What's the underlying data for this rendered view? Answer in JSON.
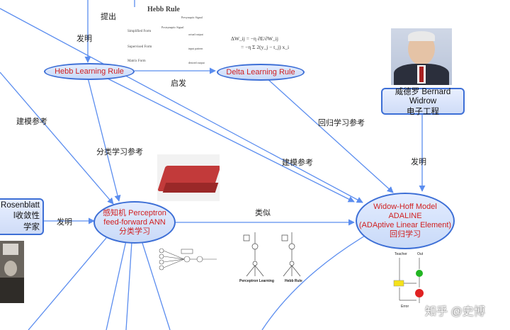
{
  "nodes": {
    "hebb": {
      "label": "Hebb Learning Rule"
    },
    "delta": {
      "label": "Delta Learning Rule"
    },
    "perceptron": {
      "line1": "感知机 Perceptron",
      "line2": "feed-forward ANN",
      "line3": "分类学习"
    },
    "adaline": {
      "line1": "Widow-Hoff Model",
      "line2": "ADALINE",
      "line3": "(ADAptive Linear Element)",
      "line4": "回归学习"
    },
    "widrow": {
      "line1": "威德罗 Bernard Widrow",
      "line2": "电子工程"
    },
    "rosenblatt": {
      "line1": "k Rosenblatt",
      "line2": "l收敛性",
      "line3": "学家"
    }
  },
  "edge_labels": {
    "tichu": "提出",
    "faming_top": "发明",
    "qifa": "启发",
    "jianmo_left": "建模参考",
    "fenlei": "分类学习参考",
    "jianmo_right": "建模参考",
    "huigui": "回归学习参考",
    "faming_right": "发明",
    "faming_left": "发明",
    "leisi": "类似"
  },
  "hebb_panel": {
    "title": "Hebb Rule",
    "rows": [
      "Simplified Form",
      "Supervised Form",
      "Matrix Form"
    ],
    "notes": [
      "Presynaptic Signal",
      "Postsynaptic Signal",
      "actual output",
      "input pattern",
      "desired output"
    ]
  },
  "delta_formula": {
    "line1": "ΔW_ij = −η ∂E/∂W_ij",
    "line2": "= −η Σ 2(y_j − t_j) x_i"
  },
  "perceptron_caption": {
    "left": "Perceptron Learning",
    "right": "Hebb Rule"
  },
  "adaline_fig": {
    "teacher": "Teacher",
    "out": "Out",
    "error": "Error"
  },
  "watermark": "知乎 @史博",
  "colors": {
    "edge": "#5b8def",
    "node_border": "#3d6fd6",
    "node_text": "#d02020"
  }
}
